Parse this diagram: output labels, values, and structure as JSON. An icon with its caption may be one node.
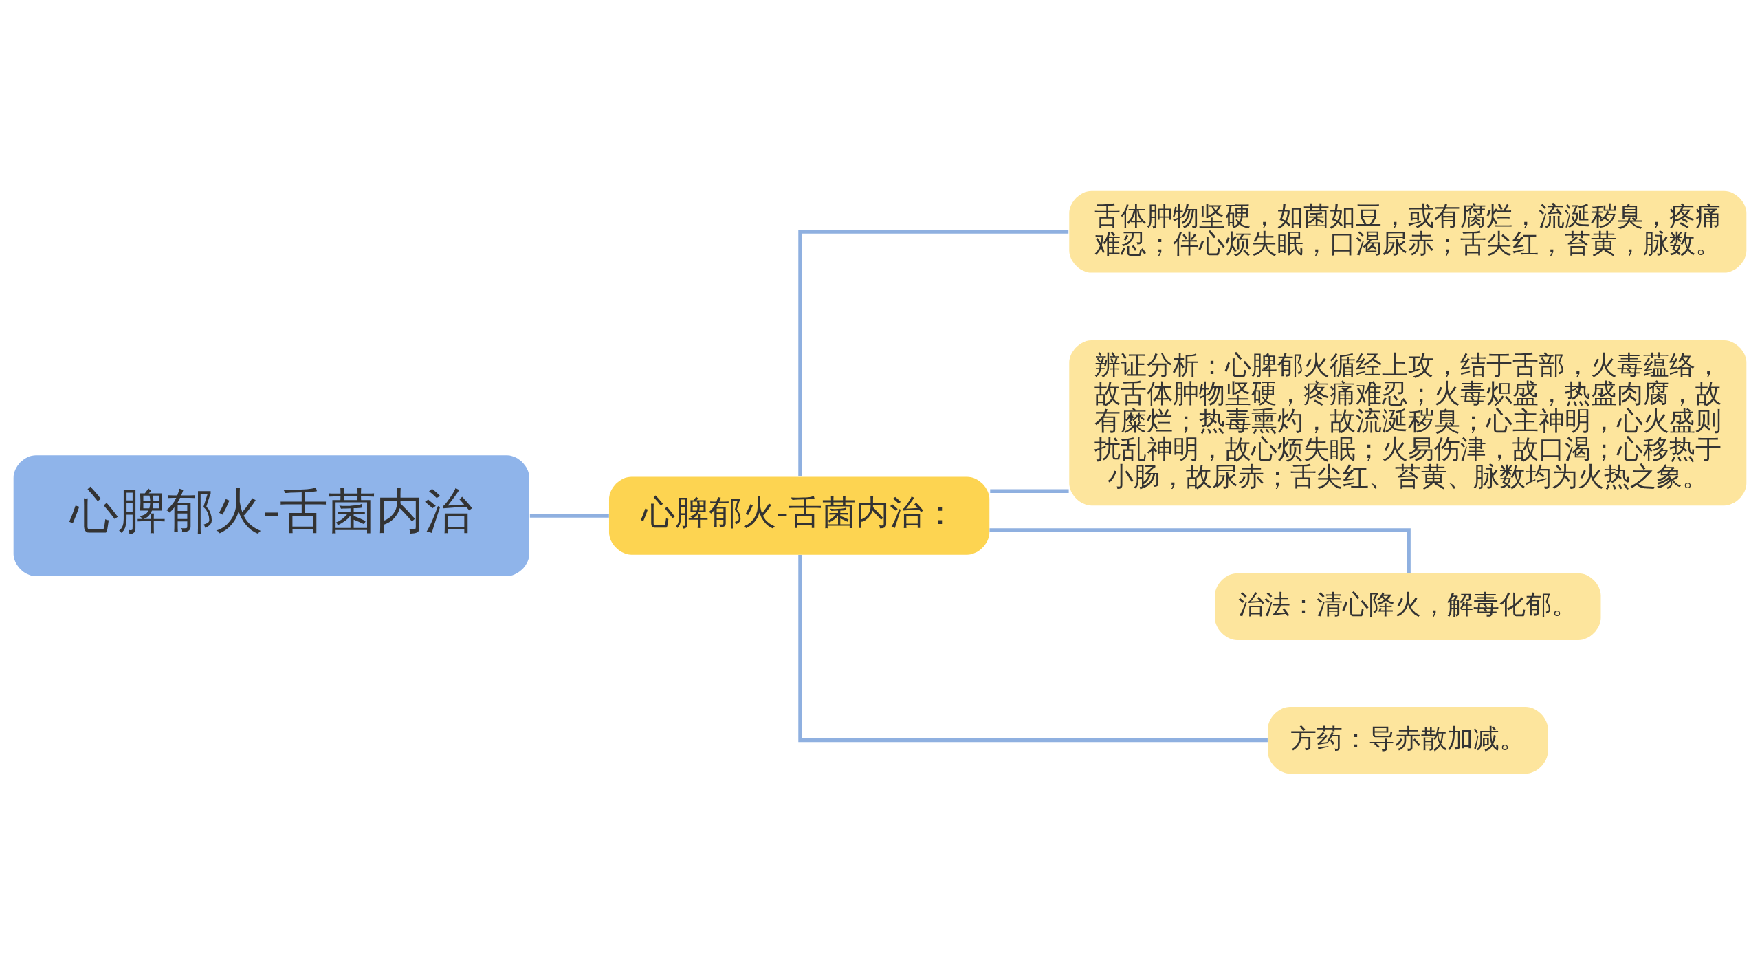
{
  "diagram": {
    "nodes": [
      {
        "text": [
          "心脾郁火-舌菌内治"
        ]
      },
      {
        "text": [
          "心脾郁火-舌菌内治："
        ]
      },
      {
        "text": [
          "舌体肿物坚硬，如菌如豆，或有腐烂，流涎秽臭，疼痛难忍；伴心烦失眠，口渴尿赤；舌尖红，苔黄，脉数。"
        ]
      },
      {
        "text": [
          "辨证分析：心脾郁火循经上攻，结于舌部，火毒蕴络，故舌体肿物坚硬，疼痛难忍；火毒炽盛，热盛肉腐，故有糜烂；热毒熏灼，故流涎秽臭；心主神明，心火盛则扰乱神明，故心烦失眠；火易伤津，故口渴；心移热于小肠，故尿赤；舌尖红、苔黄、脉数均为火热之象。"
        ]
      },
      {
        "text": [
          "治法：清心降火，解毒化郁。"
        ]
      },
      {
        "text": [
          "方药：导赤散加减。"
        ]
      }
    ],
    "edges": [
      {
        "from": 0,
        "to": 1,
        "arrow": "none"
      },
      {
        "from": 1,
        "to": 2,
        "arrow": "none"
      },
      {
        "from": 1,
        "to": 3,
        "arrow": "none"
      },
      {
        "from": 1,
        "to": 4,
        "arrow": "none"
      },
      {
        "from": 1,
        "to": 5,
        "arrow": "none"
      }
    ]
  }
}
